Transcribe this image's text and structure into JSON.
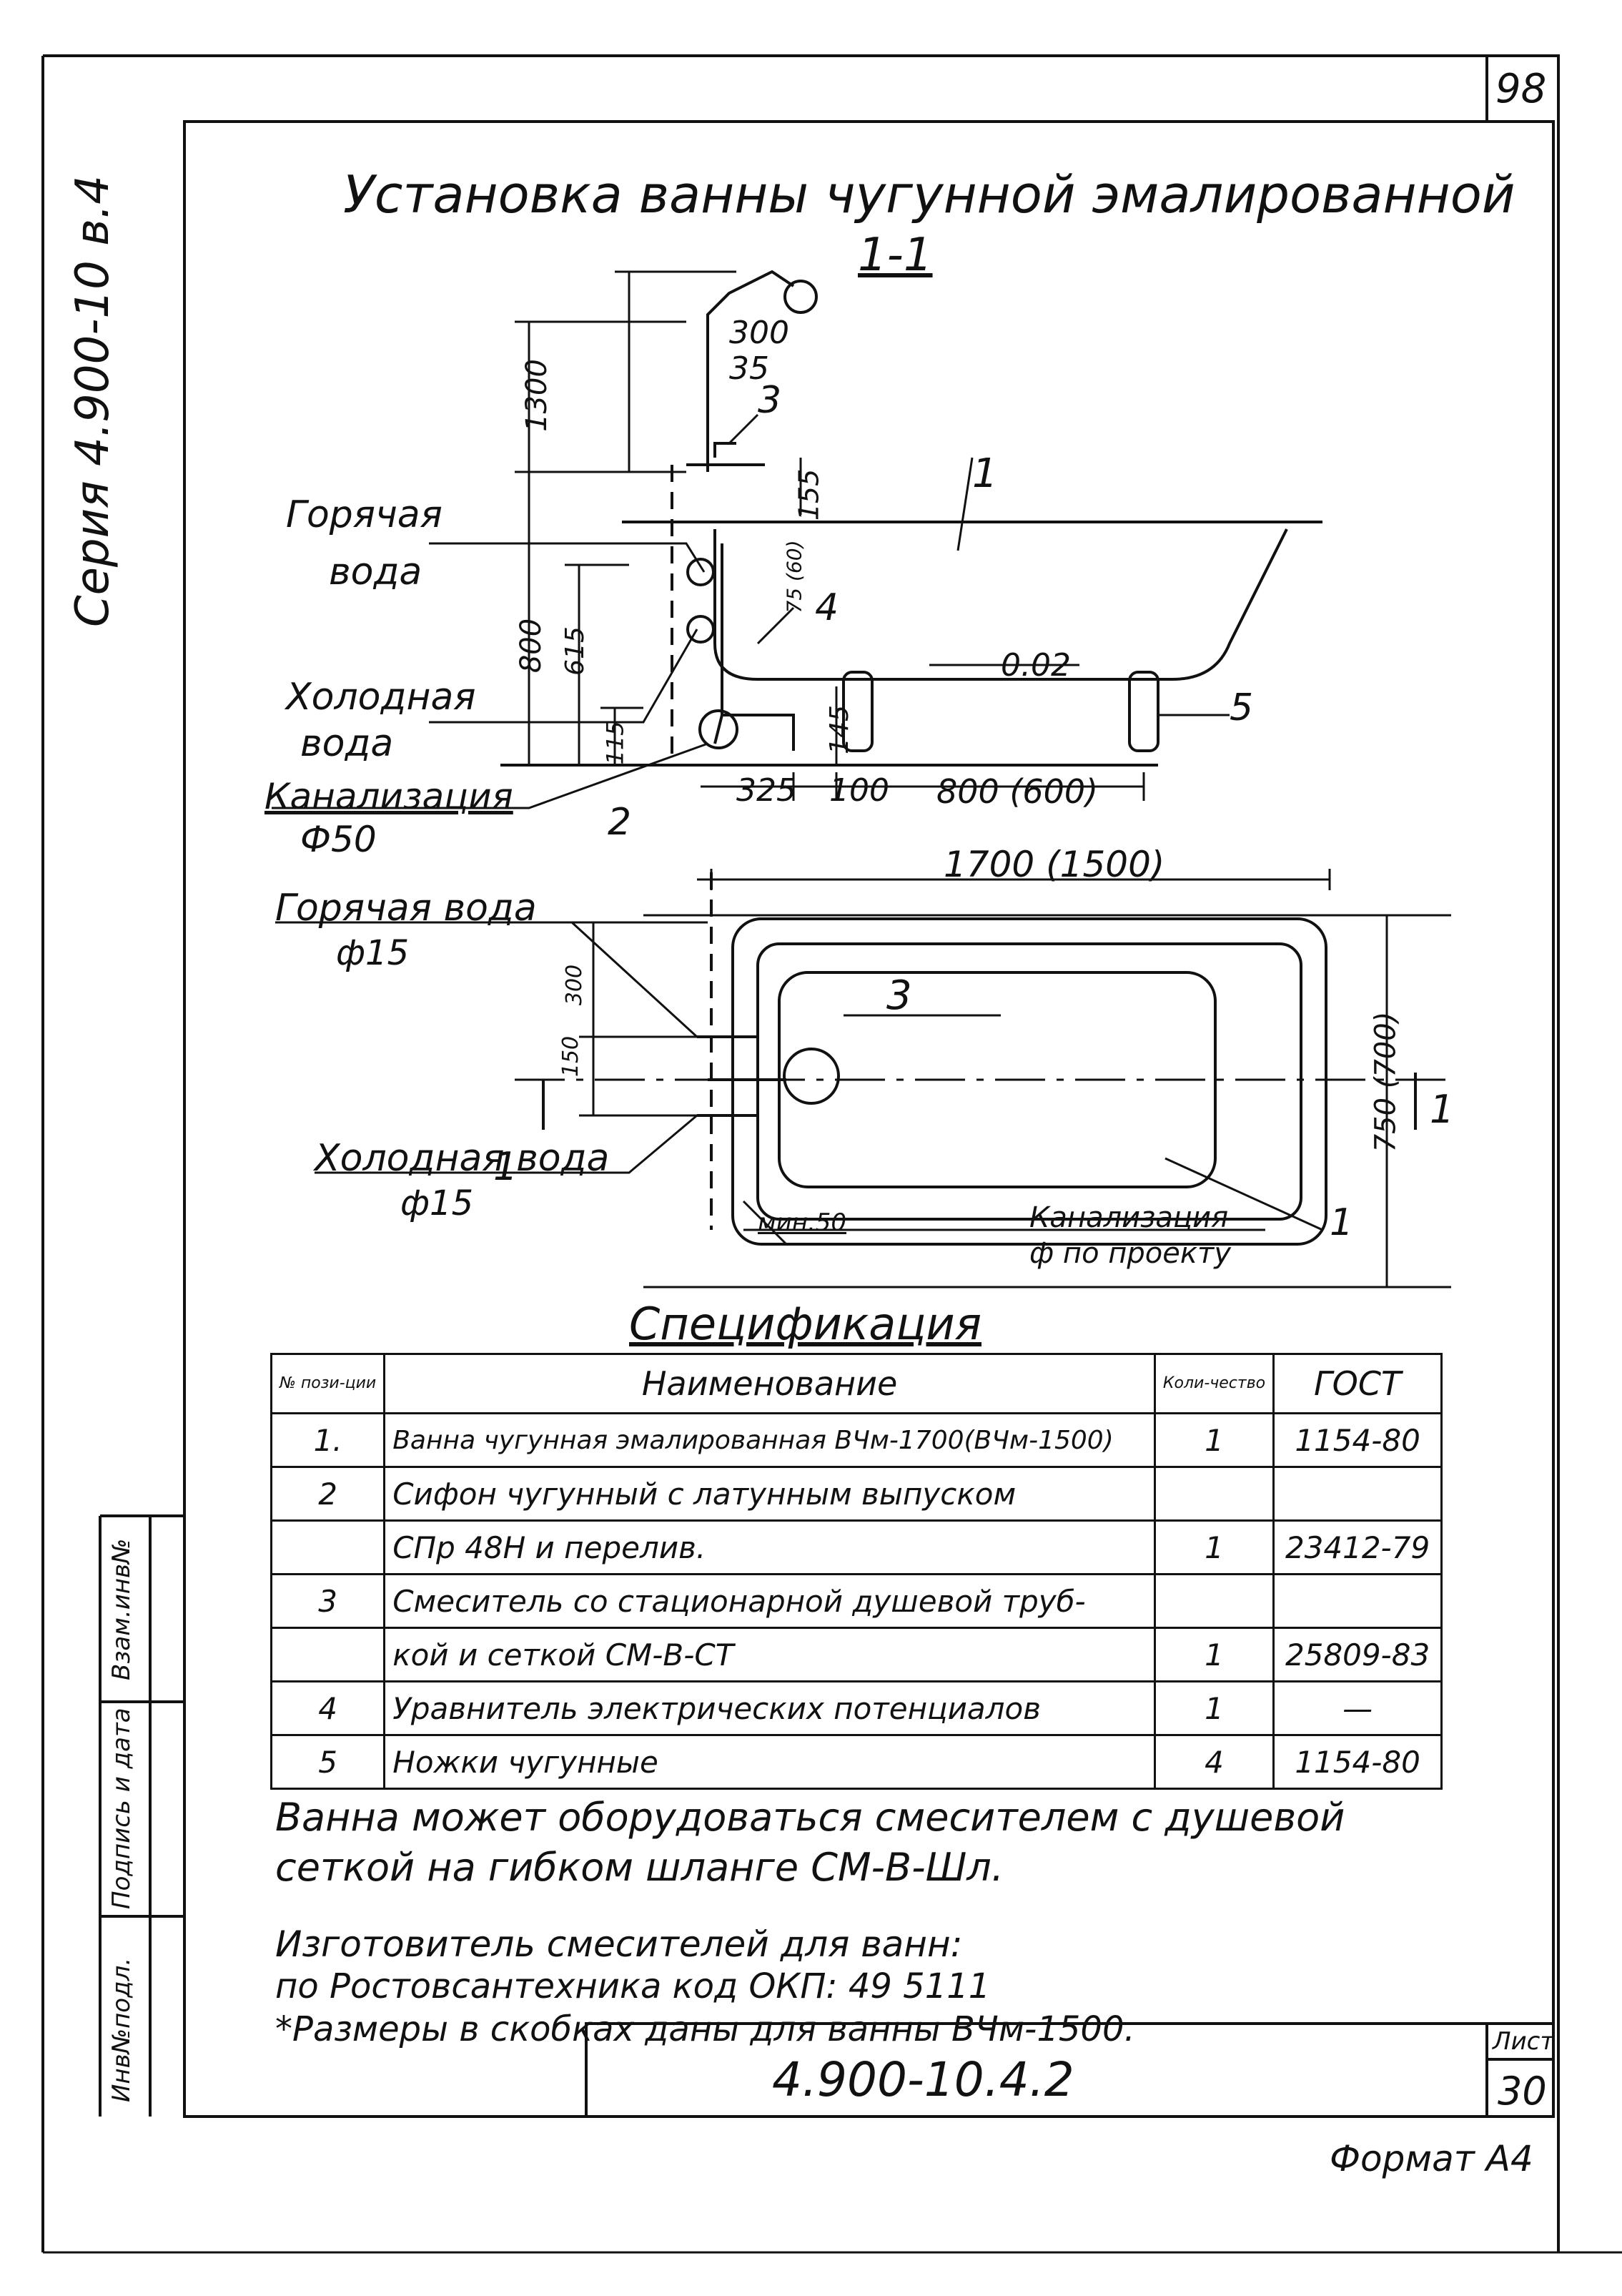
{
  "sheet": {
    "corner_number": "98",
    "series_vertical": "Серия 4.900-10 в.4",
    "title": "Установка ванны чугунной эмалированной",
    "section": "1-1",
    "format": "Формат А4",
    "doc_code": "4.900-10.4.2",
    "sheet_label": "Лист",
    "sheet_number": "30"
  },
  "side_stamp": {
    "inv_podl": "Инв№подл.",
    "podp_data": "Подпись и дата",
    "vzam_inv": "Взам.инв№"
  },
  "section_view": {
    "labels": {
      "hot_water": [
        "Горячая",
        "вода"
      ],
      "cold_water": [
        "Холодная",
        "вода"
      ],
      "sewer": [
        "Канализация",
        "Ф50"
      ]
    },
    "dims": {
      "d1300": "1300",
      "d300": "300",
      "d35": "35",
      "d155": "155",
      "d75": "75 (60)",
      "d800": "800",
      "d615": "615",
      "d115": "115",
      "d145": "145",
      "d325": "325",
      "d100": "100",
      "d800_600": "800 (600)",
      "slope": "0.02"
    },
    "callouts": [
      "1",
      "2",
      "3",
      "4",
      "5"
    ]
  },
  "plan_view": {
    "labels": {
      "hot_water": [
        "Горячая вода",
        "ф15"
      ],
      "cold_water": [
        "Холодная вода",
        "ф15"
      ],
      "sewer": [
        "Канализация",
        "ф по проекту"
      ]
    },
    "dims": {
      "length": "1700 (1500)",
      "width": "750 (700)",
      "d150": "150",
      "d300": "300",
      "min50": "мин.50"
    },
    "callouts": [
      "1",
      "3"
    ],
    "section_marks": [
      "1",
      "1"
    ]
  },
  "spec": {
    "heading": "Спецификация",
    "headers": {
      "pos": "№ пози-ции",
      "name": "Наименование",
      "qty": "Коли-чество",
      "gost": "ГОСТ"
    },
    "rows": [
      {
        "pos": "1.",
        "name": "Ванна чугунная эмалированная ВЧм-1700(ВЧм-1500)",
        "qty": "1",
        "gost": "1154-80"
      },
      {
        "pos": "2",
        "name": "Сифон чугунный с латунным выпуском",
        "qty": "",
        "gost": ""
      },
      {
        "pos": "",
        "name": "СПр 48Н и перелив.",
        "qty": "1",
        "gost": "23412-79"
      },
      {
        "pos": "3",
        "name": "Смеситель со стационарной душевой труб-",
        "qty": "",
        "gost": ""
      },
      {
        "pos": "",
        "name": "кой и сеткой СМ-В-СТ",
        "qty": "1",
        "gost": "25809-83"
      },
      {
        "pos": "4",
        "name": "Уравнитель электрических потенциалов",
        "qty": "1",
        "gost": "—"
      },
      {
        "pos": "5",
        "name": "Ножки чугунные",
        "qty": "4",
        "gost": "1154-80"
      }
    ]
  },
  "notes": [
    "Ванна может оборудоваться смесителем с душевой",
    "сеткой на гибком шланге СМ-В-Шл.",
    "Изготовитель смесителей для ванн:",
    "по Ростовсантехника код ОКП: 49 5111",
    "*Размеры в скобках даны для ванны ВЧм-1500."
  ]
}
